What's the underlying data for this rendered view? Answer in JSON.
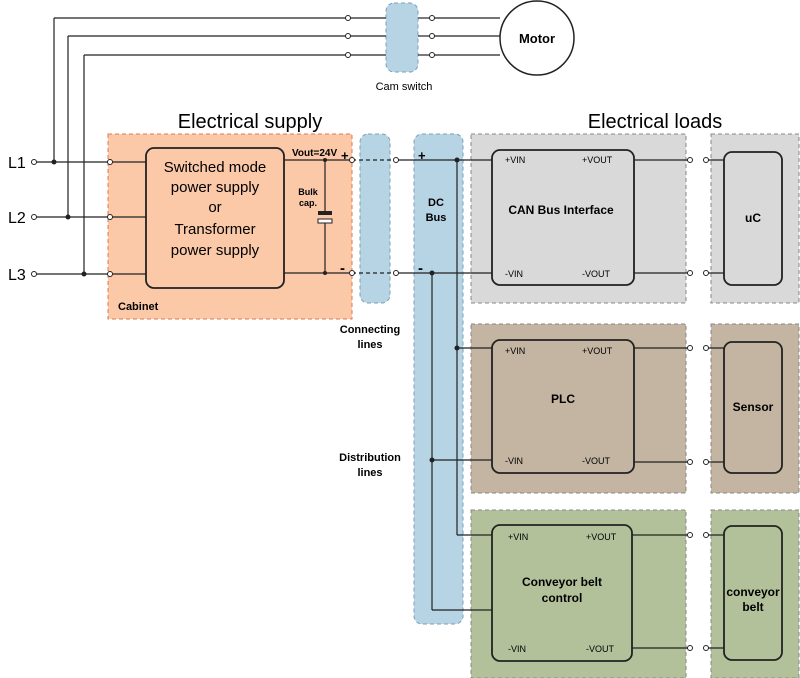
{
  "headings": {
    "supply": "Electrical supply",
    "loads": "Electrical loads"
  },
  "lines": {
    "l1": "L1",
    "l2": "L2",
    "l3": "L3"
  },
  "motor": {
    "label": "Motor"
  },
  "cam_switch": {
    "label": "Cam switch"
  },
  "cabinet": {
    "label": "Cabinet",
    "psu_lines": [
      "Switched mode",
      "power supply",
      "or",
      "Transformer",
      "power supply"
    ],
    "vout": "Vout=24V",
    "bulk_cap": [
      "Bulk",
      "cap."
    ],
    "plus": "+",
    "minus": "-"
  },
  "connecting_lines": [
    "Connecting",
    "lines"
  ],
  "distribution_lines": [
    "Distribution",
    "lines"
  ],
  "dc_bus": {
    "label": [
      "DC",
      "Bus"
    ],
    "plus": "+",
    "minus": "-"
  },
  "modules": {
    "can": {
      "title": "CAN Bus Interface",
      "vin_plus": "+VIN",
      "vout_plus": "+VOUT",
      "vin_minus": "-VIN",
      "vout_minus": "-VOUT",
      "load": "uC"
    },
    "plc": {
      "title": "PLC",
      "vin_plus": "+VIN",
      "vout_plus": "+VOUT",
      "vin_minus": "-VIN",
      "vout_minus": "-VOUT",
      "load": "Sensor"
    },
    "conveyor": {
      "title": [
        "Conveyor belt",
        "control"
      ],
      "vin_plus": "+VIN",
      "vout_plus": "+VOUT",
      "vin_minus": "-VIN",
      "vout_minus": "-VOUT",
      "load": [
        "conveyor",
        "belt"
      ]
    }
  },
  "colors": {
    "cabinet_fill": "#fbc8a8",
    "bus_fill": "#b6d4e4",
    "can_fill": "#d9d9d9",
    "plc_fill": "#c3b5a2",
    "conveyor_fill": "#b3c19a"
  }
}
